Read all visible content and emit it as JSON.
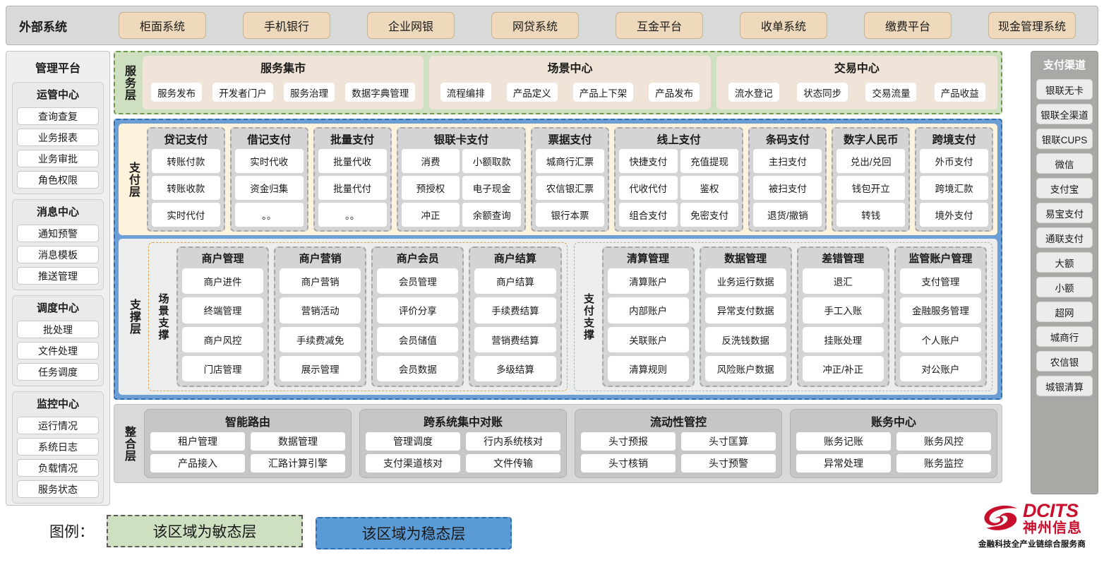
{
  "external_bar": {
    "title": "外部系统",
    "items": [
      "柜面系统",
      "手机银行",
      "企业网银",
      "网贷系统",
      "互金平台",
      "收单系统",
      "缴费平台",
      "现金管理系统"
    ]
  },
  "management_platform": {
    "title": "管理平台",
    "groups": [
      {
        "title": "运管中心",
        "items": [
          "查询查复",
          "业务报表",
          "业务审批",
          "角色权限"
        ]
      },
      {
        "title": "消息中心",
        "items": [
          "通知预警",
          "消息模板",
          "推送管理"
        ]
      },
      {
        "title": "调度中心",
        "items": [
          "批处理",
          "文件处理",
          "任务调度"
        ]
      },
      {
        "title": "监控中心",
        "items": [
          "运行情况",
          "系统日志",
          "负载情况",
          "服务状态"
        ]
      }
    ]
  },
  "payment_channels": {
    "title": "支付渠道",
    "items": [
      "银联无卡",
      "银联全渠道",
      "银联CUPS",
      "微信",
      "支付宝",
      "易宝支付",
      "通联支付",
      "大额",
      "小额",
      "超网",
      "城商行",
      "农信银",
      "城银清算"
    ]
  },
  "service_layer": {
    "label": "服务层",
    "cards": [
      {
        "title": "服务集市",
        "items": [
          "服务发布",
          "开发者门户",
          "服务治理",
          "数据字典管理"
        ]
      },
      {
        "title": "场景中心",
        "items": [
          "流程编排",
          "产品定义",
          "产品上下架",
          "产品发布"
        ]
      },
      {
        "title": "交易中心",
        "items": [
          "流水登记",
          "状态同步",
          "交易流量",
          "产品收益"
        ]
      }
    ]
  },
  "payment_layer": {
    "label": "支付层",
    "groups": [
      {
        "title": "贷记支付",
        "cols": 1,
        "items": [
          "转账付款",
          "转账收款",
          "实时代付"
        ]
      },
      {
        "title": "借记支付",
        "cols": 1,
        "items": [
          "实时代收",
          "资金归集",
          "。。"
        ]
      },
      {
        "title": "批量支付",
        "cols": 1,
        "items": [
          "批量代收",
          "批量代付",
          "。。"
        ]
      },
      {
        "title": "银联卡支付",
        "cols": 2,
        "items": [
          "消费",
          "小额取款",
          "预授权",
          "电子现金",
          "冲正",
          "余额查询"
        ]
      },
      {
        "title": "票据支付",
        "cols": 1,
        "items": [
          "城商行汇票",
          "农信银汇票",
          "银行本票"
        ]
      },
      {
        "title": "线上支付",
        "cols": 2,
        "items": [
          "快捷支付",
          "充值提现",
          "代收代付",
          "鉴权",
          "组合支付",
          "免密支付"
        ]
      },
      {
        "title": "条码支付",
        "cols": 1,
        "items": [
          "主扫支付",
          "被扫支付",
          "退货/撤销"
        ]
      },
      {
        "title": "数字人民币",
        "cols": 1,
        "items": [
          "兑出/兑回",
          "钱包开立",
          "转钱"
        ]
      },
      {
        "title": "跨境支付",
        "cols": 1,
        "items": [
          "外币支付",
          "跨境汇款",
          "境外支付"
        ]
      }
    ]
  },
  "support_layer": {
    "label": "支撑层",
    "halves": [
      {
        "label": "场景支撑",
        "groups": [
          {
            "title": "商户管理",
            "items": [
              "商户进件",
              "终端管理",
              "商户风控",
              "门店管理"
            ]
          },
          {
            "title": "商户营销",
            "items": [
              "商户营销",
              "营销活动",
              "手续费减免",
              "展示管理"
            ]
          },
          {
            "title": "商户会员",
            "items": [
              "会员管理",
              "评价分享",
              "会员储值",
              "会员数据"
            ]
          },
          {
            "title": "商户结算",
            "items": [
              "商户结算",
              "手续费结算",
              "营销费结算",
              "多级结算"
            ]
          }
        ]
      },
      {
        "label": "支付支撑",
        "groups": [
          {
            "title": "清算管理",
            "items": [
              "清算账户",
              "内部账户",
              "关联账户",
              "清算规则"
            ]
          },
          {
            "title": "数据管理",
            "items": [
              "业务运行数据",
              "异常支付数据",
              "反洗钱数据",
              "风险账户数据"
            ]
          },
          {
            "title": "差错管理",
            "items": [
              "退汇",
              "手工入账",
              "挂账处理",
              "冲正/补正"
            ]
          },
          {
            "title": "监管账户管理",
            "items": [
              "支付管理",
              "金融服务管理",
              "个人账户",
              "对公账户"
            ]
          }
        ]
      }
    ]
  },
  "integration_layer": {
    "label": "整合层",
    "cards": [
      {
        "title": "智能路由",
        "items": [
          "租户管理",
          "数据管理",
          "产品接入",
          "汇路计算引擎"
        ]
      },
      {
        "title": "跨系统集中对账",
        "items": [
          "管理调度",
          "行内系统核对",
          "支付渠道核对",
          "文件传输"
        ]
      },
      {
        "title": "流动性管控",
        "items": [
          "头寸预报",
          "头寸匡算",
          "头寸核销",
          "头寸预警"
        ]
      },
      {
        "title": "账务中心",
        "items": [
          "账务记账",
          "账务风控",
          "异常处理",
          "账务监控"
        ]
      }
    ]
  },
  "legend": {
    "label": "图例：",
    "agile": "该区域为敏态层",
    "stable": "该区域为稳态层"
  },
  "logo": {
    "en": "DCITS",
    "cn": "神州信息",
    "tagline": "金融科技全产业链综合服务商"
  },
  "colors": {
    "agile_green": "#cfe0c0",
    "stable_blue": "#5b9bd5",
    "external_chip": "#eed9bd",
    "payment_layer_bg": "#fdf3dc",
    "brand_red": "#c8102e"
  }
}
